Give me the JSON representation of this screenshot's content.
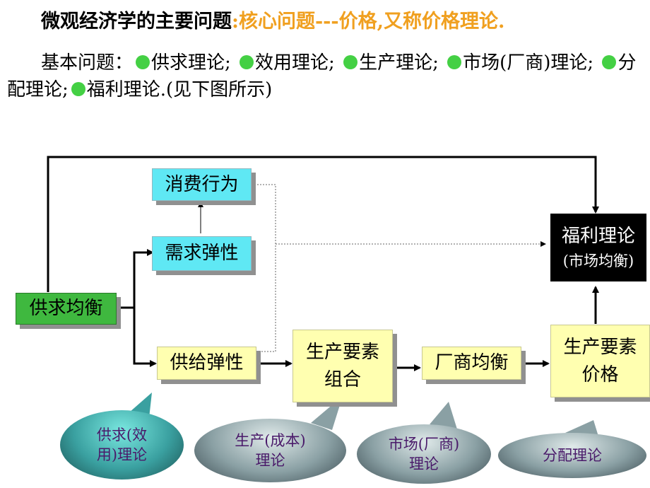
{
  "title": {
    "main": "微观经济学的主要问题",
    "accent": ":核心问题---价格,又称价格理论."
  },
  "intro": {
    "lead": "基本问题：",
    "items": [
      "供求理论;",
      "效用理论;",
      "生产理论;",
      "市场(厂商)理论;",
      "分配理论;",
      "福利理论.(见下图所示)"
    ]
  },
  "boxes": {
    "consumer_behavior": "消费行为",
    "demand_elasticity": "需求弹性",
    "supply_demand_equilibrium": "供求均衡",
    "supply_elasticity": "供给弹性",
    "factor_combo_line1": "生产要素",
    "factor_combo_line2": "组合",
    "firm_equilibrium": "厂商均衡",
    "factor_price_line1": "生产要素",
    "factor_price_line2": "价格",
    "welfare_line1": "福利理论",
    "welfare_line2": "(市场均衡)"
  },
  "bubbles": {
    "supply_demand_line1": "供求(效",
    "supply_demand_line2": "用)理论",
    "production_line1": "生产(成本)",
    "production_line2": "理论",
    "market_line1": "市场(厂商)",
    "market_line2": "理论",
    "distribution": "分配理论"
  },
  "colors": {
    "accent": "#f0a020",
    "bullet": "#44d044",
    "cyan_box": "#5fe8f4",
    "yellow_box": "#ffffb0",
    "green_box": "#3fb83f",
    "bubble_text": "#4a1a6a"
  }
}
